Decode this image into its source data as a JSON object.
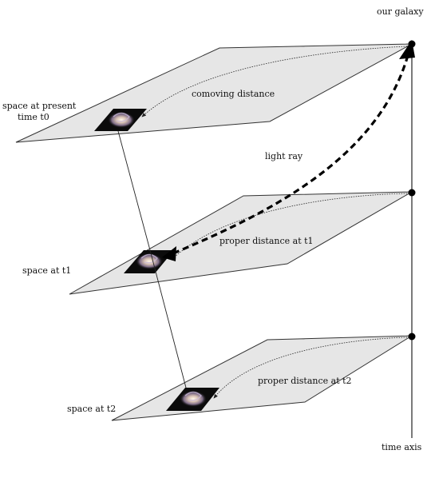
{
  "labels": {
    "our_galaxy": "our galaxy",
    "time_axis": "time axis",
    "plane_t0_line1": "space at present",
    "plane_t0_line2": "time t0",
    "plane_t1": "space at t1",
    "plane_t2": "space at t2",
    "comoving_distance": "comoving distance",
    "light_ray": "light ray",
    "proper_distance_t1": "proper distance at t1",
    "proper_distance_t2": "proper distance at t2"
  },
  "colors": {
    "plane_fill": "#e6e6e6",
    "plane_stroke": "#333333",
    "line": "#222222",
    "dot": "#000000",
    "galaxy_bg": "#0b0b0b",
    "galaxy_core": "#e8d9c8",
    "galaxy_arm": "#b9a7c9"
  },
  "icons": {
    "galaxy": "spiral-galaxy-image",
    "observer": "filled-dot"
  }
}
